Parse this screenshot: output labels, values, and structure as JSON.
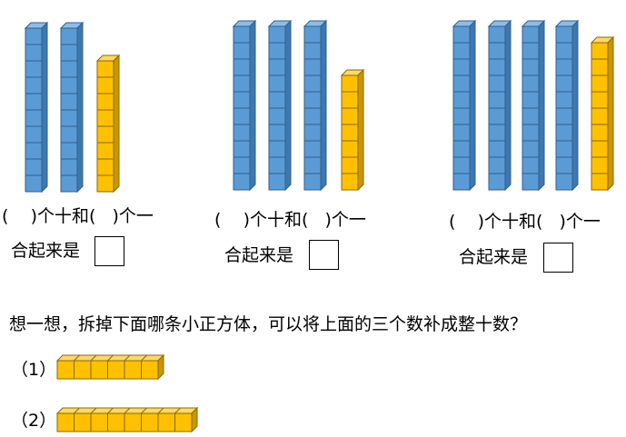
{
  "colors": {
    "blue_face": "#5B9BD5",
    "blue_top": "#8FBCE6",
    "blue_side": "#3E78AE",
    "blue_line": "#2F5F8F",
    "yellow_face": "#FFC000",
    "yellow_top": "#FFD966",
    "yellow_side": "#C99700",
    "yellow_line": "#8A6A00"
  },
  "groups": [
    {
      "tens_rods": 2,
      "ones_cubes": 8,
      "prompt": "(    )个十和(   )个一",
      "sum_label": "合起来是"
    },
    {
      "tens_rods": 3,
      "ones_cubes": 7,
      "prompt": "(    )个十和(   )个一",
      "sum_label": "合起来是"
    },
    {
      "tens_rods": 4,
      "ones_cubes": 9,
      "prompt": "(    )个十和(   )个一",
      "sum_label": "合起来是"
    }
  ],
  "question": "想一想，拆掉下面哪条小正方体，可以将上面的三个数补成整十数？",
  "options": [
    {
      "label": "（1）",
      "cubes": 6
    },
    {
      "label": "（2）",
      "cubes": 8
    }
  ]
}
